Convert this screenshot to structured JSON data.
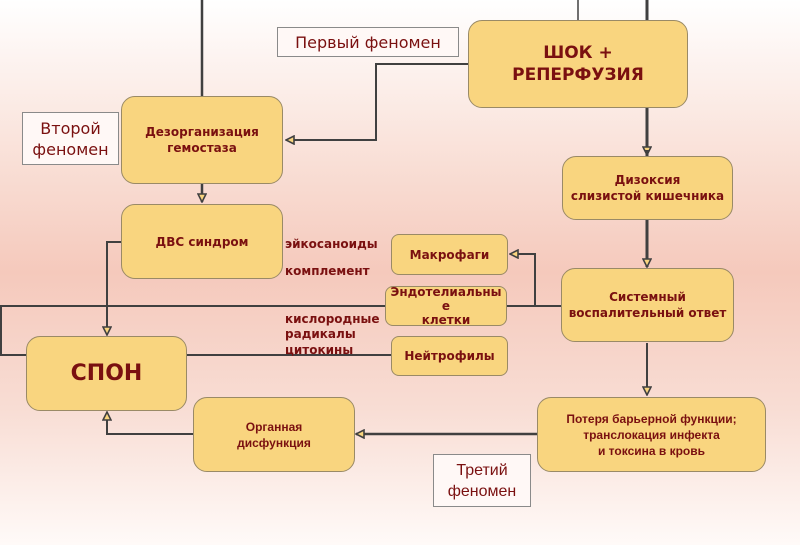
{
  "colors": {
    "box_fill": "#f9d57f",
    "text": "#7a1010",
    "line": "#404040"
  },
  "boxes": {
    "shock": "ШОК +\nРЕПЕРФУЗИЯ",
    "hemostasis": "Дезорганизация\nгемостаза",
    "dic": "ДВС синдром",
    "dysoxia": "Дизоксия\nслизистой кишечника",
    "sirs": "Системный\nвоспалительный ответ",
    "macrophages": "Макрофаги",
    "endothelial": "Эндотелиальны\nе\nклетки",
    "neutrophils": "Нейтрофилы",
    "mods": "СПОН",
    "organ_dysfunction": "Органная\nдисфункция",
    "barrier_loss": "Потеря барьерной функции;\nтранслокация инфекта\nи токсина в кровь"
  },
  "labels": {
    "first": "Первый феномен",
    "second": "Второй\nфеномен",
    "third": "Третий\nфеномен"
  },
  "mediators": {
    "eicosanoids": "эйкосаноиды",
    "complement": "комплемент",
    "radicals": "кислородные\nрадикалы",
    "cytokines": "цитокины"
  }
}
